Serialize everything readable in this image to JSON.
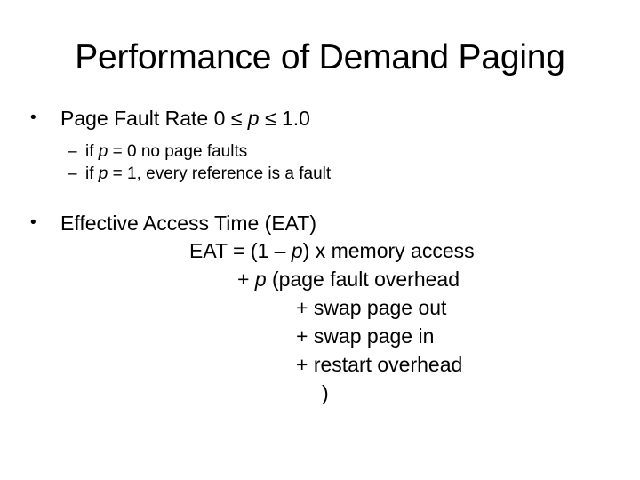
{
  "slide": {
    "title": "Performance of Demand Paging",
    "background_color": "#ffffff",
    "text_color": "#000000"
  },
  "bullets": [
    {
      "marker": "•",
      "text_before_var": "Page Fault Rate 0 ≤ ",
      "var": "p",
      "text_after_var": " ≤ 1.0",
      "full_text": "Page Fault Rate 0 ≤ p ≤ 1.0",
      "sub_items": [
        {
          "marker": "–",
          "text_before_var": "if ",
          "var": "p",
          "text_after_var": " = 0 no page faults",
          "full_text": "if p = 0 no page faults"
        },
        {
          "marker": "–",
          "text_before_var": "if ",
          "var": "p",
          "text_after_var": " = 1, every reference is a fault",
          "full_text": "if p = 1, every reference is a fault"
        }
      ]
    },
    {
      "marker": "•",
      "full_text": "Effective Access Time (EAT)",
      "sub_items": []
    }
  ],
  "formula": {
    "lines": [
      {
        "text_before_var": "EAT = (1 – ",
        "var": "p",
        "text_after_var": ") x memory access",
        "full_text": "EAT = (1 – p) x memory access"
      },
      {
        "text_before_var": "+ ",
        "var": "p",
        "text_after_var": " (page fault overhead",
        "full_text": "+ p (page fault overhead"
      },
      {
        "text_before_var": "+ swap page out",
        "var": "",
        "text_after_var": "",
        "full_text": "+ swap page out"
      },
      {
        "text_before_var": "+ swap page in",
        "var": "",
        "text_after_var": "",
        "full_text": "+ swap page in"
      },
      {
        "text_before_var": "+ restart overhead",
        "var": "",
        "text_after_var": "",
        "full_text": "+ restart overhead"
      },
      {
        "text_before_var": ")",
        "var": "",
        "text_after_var": "",
        "full_text": ")"
      }
    ]
  }
}
